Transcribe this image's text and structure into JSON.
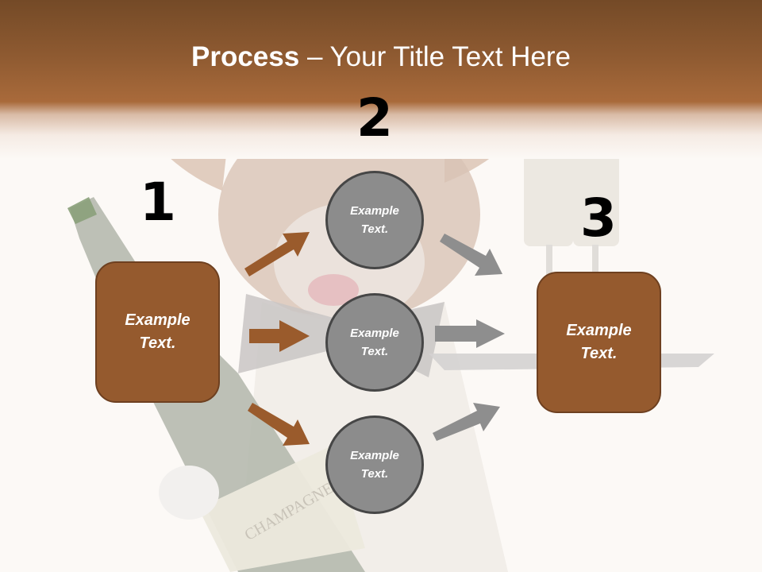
{
  "slide": {
    "title_bold": "Process",
    "title_rest": " – Your Title Text Here",
    "colors": {
      "header_top": "#744a27",
      "header_bottom": "#a9693a",
      "box_fill": "#955a2e",
      "box_border": "#6e4020",
      "circle_fill": "#8c8c8c",
      "circle_border": "#464646",
      "arrow_brown": "#9a5b2c",
      "arrow_gray": "#8e8e8e",
      "background": "#fcf9f6"
    },
    "steps": [
      {
        "number": "1",
        "label": "Example Text.",
        "line1": "Example",
        "line2": "Text."
      },
      {
        "number": "2",
        "circles": [
          {
            "line1": "Example",
            "line2": "Text."
          },
          {
            "line1": "Example",
            "line2": "Text."
          },
          {
            "line1": "Example",
            "line2": "Text."
          }
        ]
      },
      {
        "number": "3",
        "label": "Example Text.",
        "line1": "Example",
        "line2": "Text."
      }
    ],
    "background_image": {
      "description": "dog with bow tie holding champagne bottle and tray with two champagne flutes",
      "bottle_label": "CHAMPAGNE"
    }
  }
}
